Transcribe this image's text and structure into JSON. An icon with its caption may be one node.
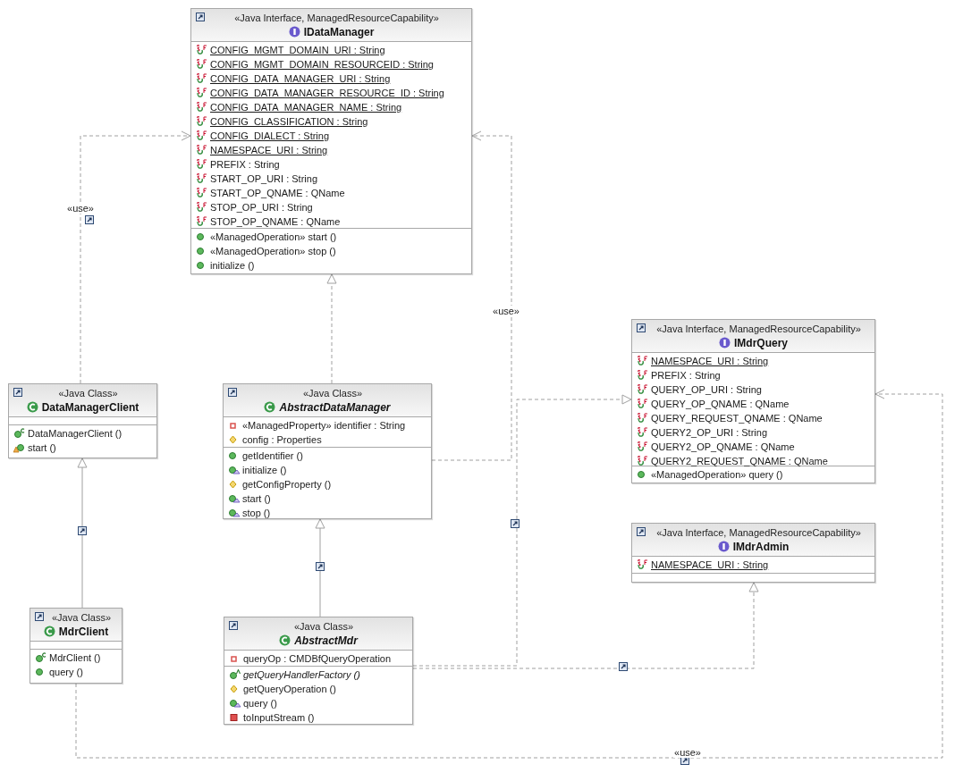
{
  "diagram": {
    "nodes": [
      {
        "text": [
          "«Java Interface, ManagedResourceCapability»",
          "IDataManager",
          "CONFIG_MGMT_DOMAIN_URI : String",
          "CONFIG_MGMT_DOMAIN_RESOURCEID : String",
          "CONFIG_DATA_MANAGER_URI : String",
          "CONFIG_DATA_MANAGER_RESOURCE_ID : String",
          "CONFIG_DATA_MANAGER_NAME : String",
          "CONFIG_CLASSIFICATION : String",
          "CONFIG_DIALECT : String",
          "NAMESPACE_URI : String",
          "PREFIX : String",
          "START_OP_URI : String",
          "START_OP_QNAME : QName",
          "STOP_OP_URI : String",
          "STOP_OP_QNAME : QName",
          "«ManagedOperation» start ()",
          "«ManagedOperation» stop ()",
          "initialize ()"
        ]
      },
      {
        "text": [
          "«Java Class»",
          "DataManagerClient",
          "DataManagerClient ()",
          "start ()"
        ]
      },
      {
        "text": [
          "«Java Class»",
          "AbstractDataManager",
          "«ManagedProperty» identifier : String",
          "config : Properties",
          "getIdentifier ()",
          "initialize ()",
          "getConfigProperty ()",
          "start ()",
          "stop ()"
        ]
      },
      {
        "text": [
          "«Java Interface, ManagedResourceCapability»",
          "IMdrQuery",
          "NAMESPACE_URI : String",
          "PREFIX : String",
          "QUERY_OP_URI : String",
          "QUERY_OP_QNAME : QName",
          "QUERY_REQUEST_QNAME : QName",
          "QUERY2_OP_URI : String",
          "QUERY2_OP_QNAME : QName",
          "QUERY2_REQUEST_QNAME : QName",
          "«ManagedOperation» query ()"
        ]
      },
      {
        "text": [
          "«Java Interface, ManagedResourceCapability»",
          "IMdrAdmin",
          "NAMESPACE_URI : String"
        ]
      },
      {
        "text": [
          "«Java Class»",
          "MdrClient",
          "MdrClient ()",
          "query ()"
        ]
      },
      {
        "text": [
          "«Java Class»",
          "AbstractMdr",
          "queryOp : CMDBfQueryOperation",
          "getQueryHandlerFactory ()",
          "getQueryOperation ()",
          "query ()",
          "toInputStream ()"
        ]
      }
    ],
    "edges": [
      {
        "from": 1,
        "to": 0,
        "arrow": "to",
        "style": "dashed",
        "label": "«use»"
      },
      {
        "from": 2,
        "to": 0,
        "arrow": "to",
        "style": "dashed"
      },
      {
        "from": 2,
        "to": 0,
        "arrow": "to",
        "style": "dashed",
        "label": "«use»"
      },
      {
        "from": 5,
        "to": 1,
        "arrow": "to"
      },
      {
        "from": 6,
        "to": 2,
        "arrow": "to"
      },
      {
        "from": 6,
        "to": 3,
        "arrow": "to",
        "style": "dashed"
      },
      {
        "from": 6,
        "to": 4,
        "arrow": "to",
        "style": "dashed"
      },
      {
        "from": 5,
        "to": 3,
        "arrow": "to",
        "style": "dashed",
        "label": "«use»"
      }
    ]
  }
}
